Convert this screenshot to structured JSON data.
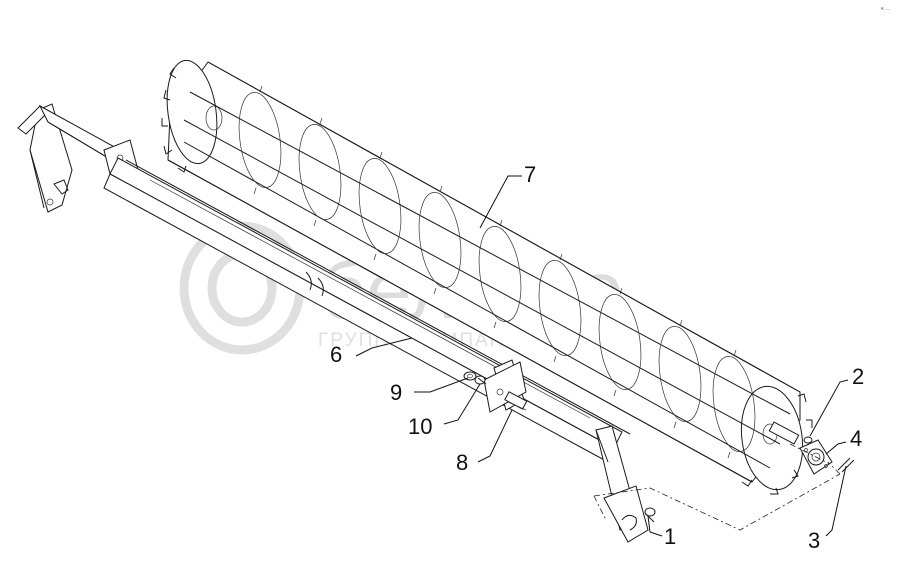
{
  "corner_mark": "к ...",
  "watermark": {
    "brand": "белагро",
    "tagline": "ГРУППА КОМПАНИЙ"
  },
  "callouts": [
    {
      "id": "1",
      "label": "1"
    },
    {
      "id": "2",
      "label": "2"
    },
    {
      "id": "3",
      "label": "3"
    },
    {
      "id": "4",
      "label": "4"
    },
    {
      "id": "6",
      "label": "6"
    },
    {
      "id": "7",
      "label": "7"
    },
    {
      "id": "8",
      "label": "8"
    },
    {
      "id": "9",
      "label": "9"
    },
    {
      "id": "10",
      "label": "10"
    }
  ],
  "colors": {
    "line": "#1a1a1a",
    "watermark": "#d9d9d9",
    "background": "#ffffff"
  }
}
